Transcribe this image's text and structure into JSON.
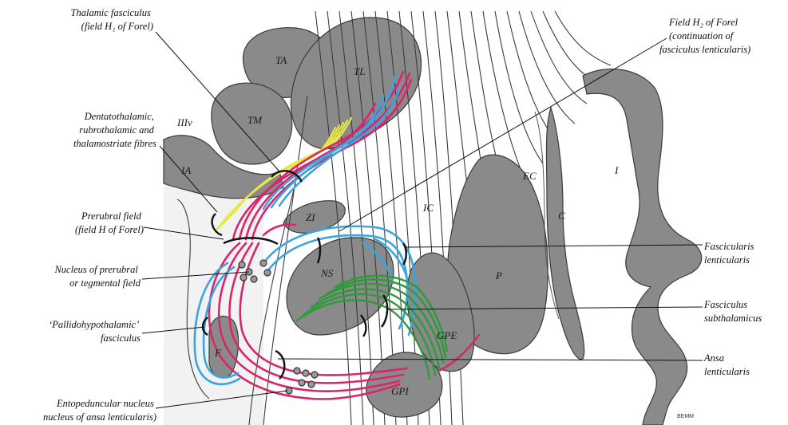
{
  "labels": {
    "thalamic_fasciculus": [
      "Thalamic fasciculus",
      "(field H₁ of Forel)"
    ],
    "dentatothalamic": [
      "Dentatothalamic,",
      "rubrothalamic and",
      "thalamostriate fibres"
    ],
    "prerubral_field": [
      "Prerubral field",
      "(field H of Forel)"
    ],
    "nucleus_prerubral": [
      "Nucleus of prerubral",
      "or tegmental field"
    ],
    "pallidohypothalamic": [
      "‘Pallidohypothalamic’",
      "fasciculus"
    ],
    "entopeduncular": [
      "Entopeduncular nucleus",
      "nucleus of ansa lenticularis)"
    ],
    "field_h2": [
      "Field H₂ of Forel",
      "(continuation of",
      "fasciculus lenticularis)"
    ],
    "fascicularis_lenticularis": [
      "Fascicularis",
      "lenticularis"
    ],
    "fasciculus_subthalamicus": [
      "Fasciculus",
      "subthalamicus"
    ],
    "ansa_lenticularis": [
      "Ansa",
      "lenticularis"
    ]
  },
  "structures": {
    "ta": "TA",
    "tl": "TL",
    "tm": "TM",
    "iiiv": "IIIv",
    "ia": "IA",
    "zi": "ZI",
    "ns": "NS",
    "ic": "IC",
    "ec": "EC",
    "c": "C",
    "i": "I",
    "p": "P",
    "gpe": "GPE",
    "gpi": "GPI",
    "f": "F"
  },
  "signature": "BEMM",
  "colors": {
    "gray_matter": "#8a8a8a",
    "red_fibres": "#d8266a",
    "blue_fibres": "#3aa5df",
    "green_fibres": "#2f9a3a",
    "yellow_fibres": "#e9e64a"
  }
}
